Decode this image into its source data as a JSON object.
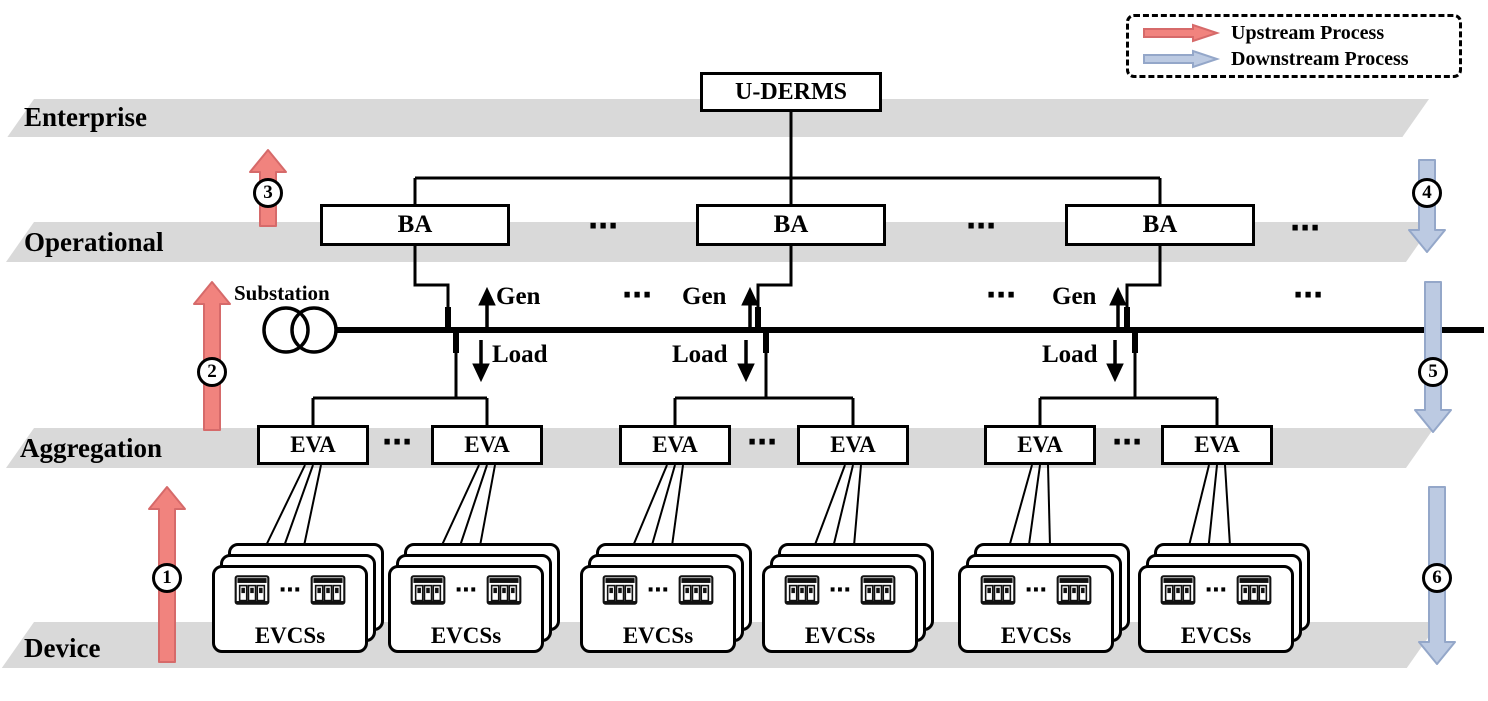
{
  "layers": {
    "enterprise": "Enterprise",
    "operational": "Operational",
    "aggregation": "Aggregation",
    "device": "Device"
  },
  "nodes": {
    "uderms": "U-DERMS",
    "ba": "BA",
    "eva": "EVA",
    "evcs": "EVCSs",
    "substation": "Substation",
    "gen": "Gen",
    "load": "Load",
    "ellipsis": "⋯"
  },
  "steps": {
    "1": "1",
    "2": "2",
    "3": "3",
    "4": "4",
    "5": "5",
    "6": "6"
  },
  "legend": {
    "upstream_label": "Upstream Process",
    "downstream_label": "Downstream Process"
  },
  "colors": {
    "upstream_fill": "#F1837E",
    "upstream_stroke": "#D66A6A",
    "downstream_fill": "#BCCAE2",
    "downstream_stroke": "#94A7C9",
    "band": "#D9D9D9",
    "line": "#000000"
  }
}
